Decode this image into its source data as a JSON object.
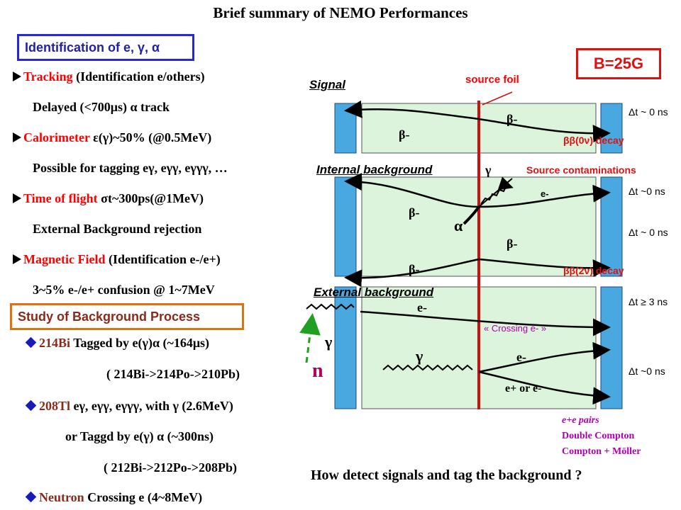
{
  "title": "Brief summary of NEMO Performances",
  "id_box": "Identification of e, γ, α",
  "list1": [
    {
      "head": "Tracking",
      "rest": " (Identification e/others)",
      "sub": "Delayed (<700μs) α track"
    },
    {
      "head": "Calorimeter",
      "rest": "  ε(γ)~50% (@0.5MeV)",
      "sub": "Possible for tagging eγ, eγγ, eγγγ, …"
    },
    {
      "head": "Time of flight",
      "rest": "  σt~300ps(@1MeV)",
      "sub": "External Background rejection"
    },
    {
      "head": "Magnetic Field",
      "rest": " (Identification e-/e+)",
      "sub": "3~5%  e-/e+ confusion @ 1~7MeV"
    }
  ],
  "bg_box": "Study of Background Process",
  "list2": [
    {
      "head": "214Bi",
      "rest": "  Tagged by e(γ)α (~164μs)",
      "sub": "( 214Bi->214Po->210Pb)"
    },
    {
      "head": "208Tl",
      "rest": "  eγ, eγγ, eγγγ, with γ (2.6MeV)",
      "sub": "or   Taggd  by e(γ) α (~300ns)",
      "sub2": "( 212Bi->212Po->208Pb)"
    },
    {
      "head": "Neutron",
      "rest": "  Crossing e (4~8MeV)"
    }
  ],
  "b_field": "B=25G",
  "diagram": {
    "source_foil": "source foil",
    "signal": "Signal",
    "internal_bg": "Internal background",
    "external_bg": "External background",
    "source_contam": "Source contaminations",
    "bb0v": "ββ(0ν) decay",
    "bb2v": "ββ(2ν) decay",
    "crossing": "« Crossing e- »",
    "dt": [
      "Δt ~ 0 ns",
      "Δt ~0 ns",
      "Δt ~ 0 ns",
      "Δt ≥ 3 ns",
      "Δt ~0 ns"
    ],
    "beta": "β-",
    "gamma": "γ",
    "alpha": "α",
    "electron": "e-",
    "epem": "e+ or e-",
    "neutron": "n",
    "notes": [
      "e+e pairs",
      "Double Compton",
      "Compton + Möller"
    ]
  },
  "question": "How detect signals and tag the background ?",
  "colors": {
    "blue_box": "#2828d8",
    "orange_box": "#e07010",
    "red": "#ff0000",
    "detector": "#4aa8e0",
    "zone": "#dcf3dc",
    "foil": "#cc1010",
    "neutron_arrow": "#20a020",
    "notes": "#b000b0"
  }
}
